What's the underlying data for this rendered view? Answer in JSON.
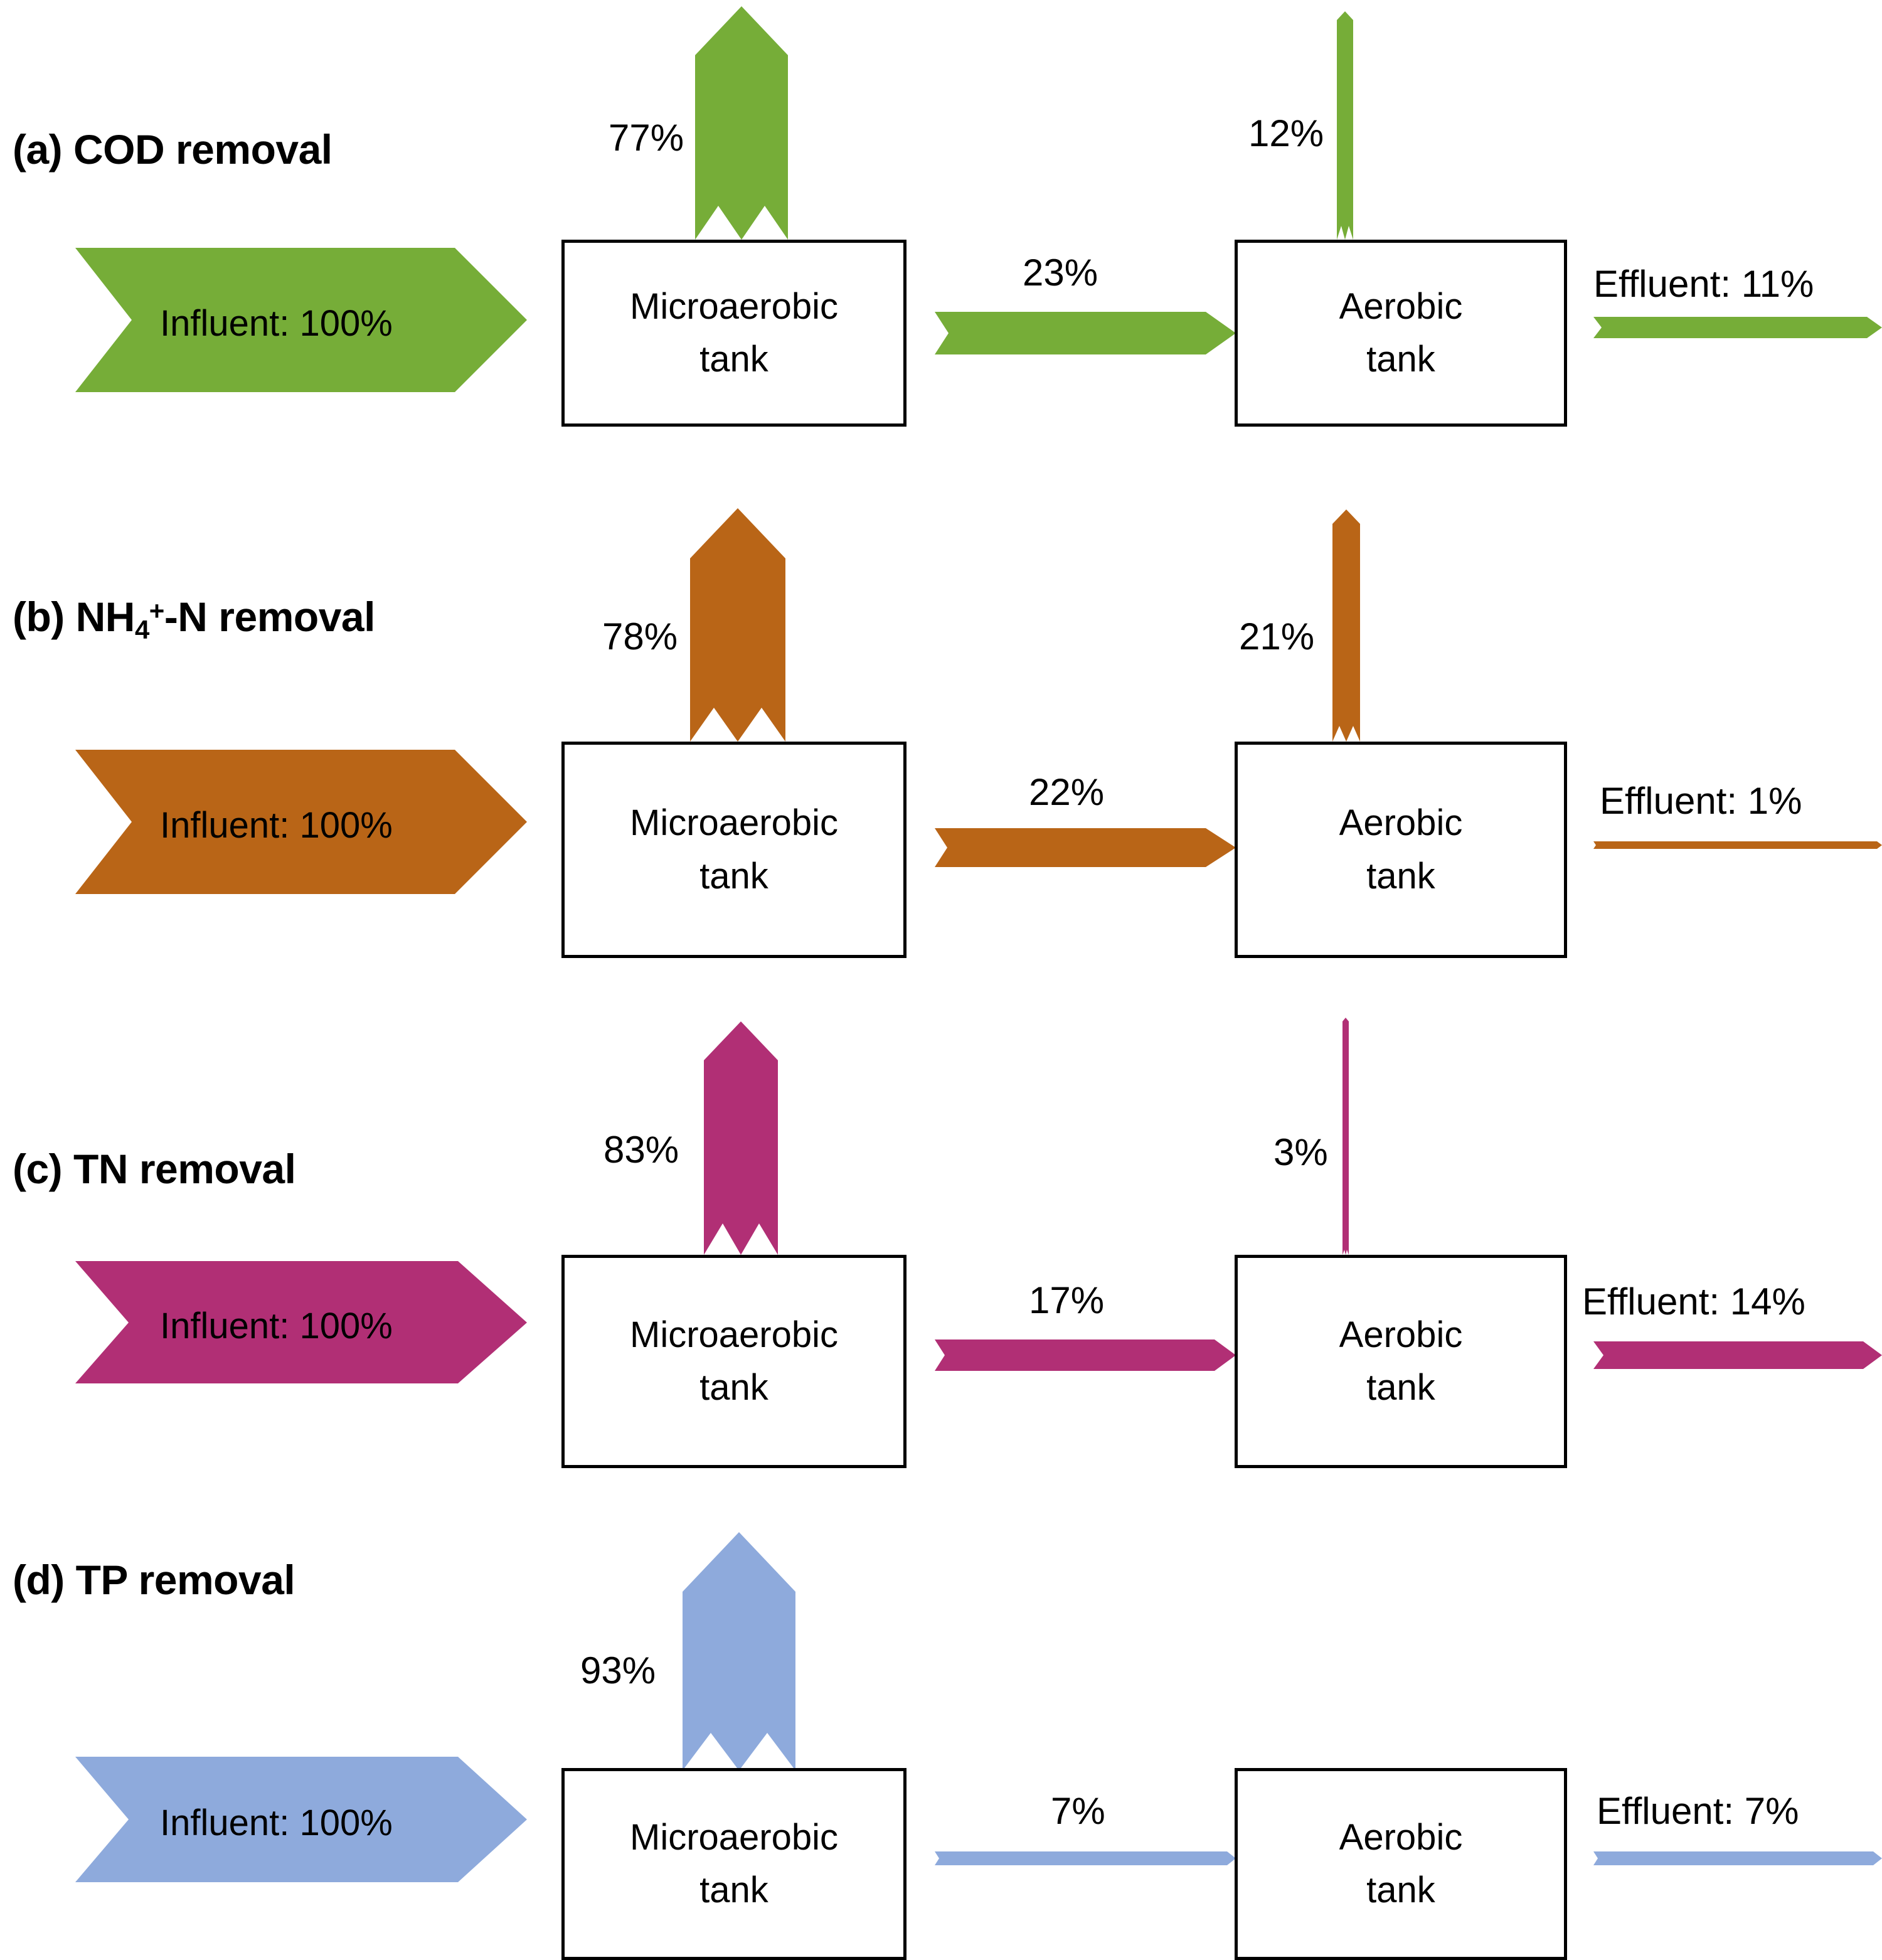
{
  "figure": {
    "type": "flow-diagram",
    "description": "Mass-balance flow diagrams of pollutant removal across a microaerobic tank and an aerobic tank",
    "tank_labels": {
      "microaerobic_line1": "Microaerobic",
      "microaerobic_line2": "tank",
      "aerobic_line1": "Aerobic",
      "aerobic_line2": "tank"
    }
  },
  "chart_data": {
    "type": "diagram",
    "title": "",
    "panels": [
      {
        "id": "a",
        "title": "(a) COD removal",
        "title_plain": "(a) COD removal",
        "color": "#76AD38",
        "influent_label": "Influent: 100%",
        "influent_value": 100,
        "microaerobic_removal_label": "77%",
        "microaerobic_removal_value": 77,
        "connector_label": "23%",
        "connector_value": 23,
        "aerobic_removal_label": "12%",
        "aerobic_removal_value": 12,
        "effluent_label": "Effluent: 11%",
        "effluent_value": 11,
        "has_aerobic_arrow": true
      },
      {
        "id": "b",
        "title": "(b) NH4+-N removal",
        "title_plain": "(b) NH₄⁺-N removal",
        "color": "#B96517",
        "influent_label": "Influent: 100%",
        "influent_value": 100,
        "microaerobic_removal_label": "78%",
        "microaerobic_removal_value": 78,
        "connector_label": "22%",
        "connector_value": 22,
        "aerobic_removal_label": "21%",
        "aerobic_removal_value": 21,
        "effluent_label": "Effluent: 1%",
        "effluent_value": 1,
        "has_aerobic_arrow": true
      },
      {
        "id": "c",
        "title": "(c) TN removal",
        "title_plain": "(c) TN removal",
        "color": "#B12F75",
        "influent_label": "Influent: 100%",
        "influent_value": 100,
        "microaerobic_removal_label": "83%",
        "microaerobic_removal_value": 83,
        "connector_label": "17%",
        "connector_value": 17,
        "aerobic_removal_label": "3%",
        "aerobic_removal_value": 3,
        "effluent_label": "Effluent: 14%",
        "effluent_value": 14,
        "has_aerobic_arrow": true
      },
      {
        "id": "d",
        "title": "(d) TP removal",
        "title_plain": "(d) TP removal",
        "color": "#8EAADC",
        "influent_label": "Influent: 100%",
        "influent_value": 100,
        "microaerobic_removal_label": "93%",
        "microaerobic_removal_value": 93,
        "connector_label": "7%",
        "connector_value": 7,
        "aerobic_removal_label": "",
        "aerobic_removal_value": 0,
        "effluent_label": "Effluent: 7%",
        "effluent_value": 7,
        "has_aerobic_arrow": false
      }
    ]
  },
  "panel_a": {
    "title_prefix": "(a) COD removal",
    "influent_label": "Influent: 100%",
    "microaerobic_removal_label": "77%",
    "connector_label": "23%",
    "aerobic_removal_label": "12%",
    "effluent_label": "Effluent: 11%",
    "microaerobic_line1": "Microaerobic",
    "microaerobic_line2": "tank",
    "aerobic_line1": "Aerobic",
    "aerobic_line2": "tank"
  },
  "panel_b": {
    "title_prefix": "(b) NH",
    "title_sub": "4",
    "title_sup": "+",
    "title_suffix": "-N removal",
    "influent_label": "Influent: 100%",
    "microaerobic_removal_label": "78%",
    "connector_label": "22%",
    "aerobic_removal_label": "21%",
    "effluent_label": "Effluent: 1%",
    "microaerobic_line1": "Microaerobic",
    "microaerobic_line2": "tank",
    "aerobic_line1": "Aerobic",
    "aerobic_line2": "tank"
  },
  "panel_c": {
    "title_prefix": "(c) TN removal",
    "influent_label": "Influent: 100%",
    "microaerobic_removal_label": "83%",
    "connector_label": "17%",
    "aerobic_removal_label": "3%",
    "effluent_label": "Effluent: 14%",
    "microaerobic_line1": "Microaerobic",
    "microaerobic_line2": "tank",
    "aerobic_line1": "Aerobic",
    "aerobic_line2": "tank"
  },
  "panel_d": {
    "title_prefix": "(d) TP removal",
    "influent_label": "Influent: 100%",
    "microaerobic_removal_label": "93%",
    "connector_label": "7%",
    "effluent_label": "Effluent: 7%",
    "microaerobic_line1": "Microaerobic",
    "microaerobic_line2": "tank",
    "aerobic_line1": "Aerobic",
    "aerobic_line2": "tank"
  },
  "colors": {
    "cod_green": "#76AD38",
    "nh4_orange": "#B96517",
    "tn_magenta": "#B12F75",
    "tp_blue": "#8EAADC",
    "outline": "#000000"
  }
}
